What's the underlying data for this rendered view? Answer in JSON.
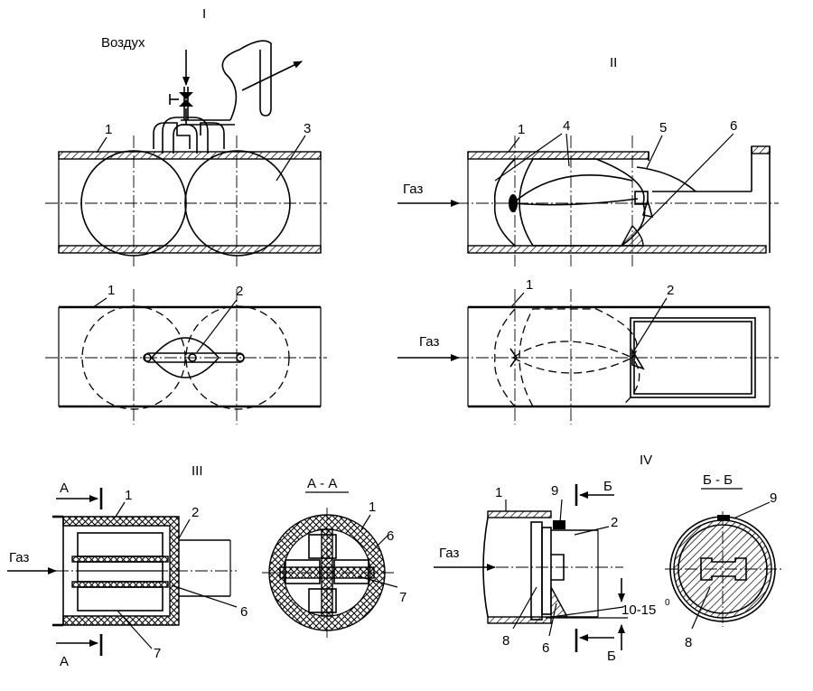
{
  "figures": {
    "I": {
      "numeral": "I",
      "air_label": "Воздух",
      "callouts": [
        "1",
        "3",
        "1",
        "2"
      ]
    },
    "II": {
      "numeral": "II",
      "gas_label": "Газ",
      "callouts": [
        "1",
        "4",
        "5",
        "6",
        "1",
        "2"
      ]
    },
    "III": {
      "numeral": "III",
      "gas_label": "Газ",
      "section_mark": "А",
      "section_title": "А - А",
      "callouts": [
        "1",
        "2",
        "6",
        "7",
        "1",
        "6",
        "7"
      ]
    },
    "IV": {
      "numeral": "IV",
      "gas_label": "Газ",
      "section_mark": "Б",
      "section_title": "Б - Б",
      "angle_label": "10-15",
      "angle_unit": "0",
      "callouts": [
        "1",
        "9",
        "2",
        "6",
        "8",
        "9",
        "8"
      ]
    }
  }
}
